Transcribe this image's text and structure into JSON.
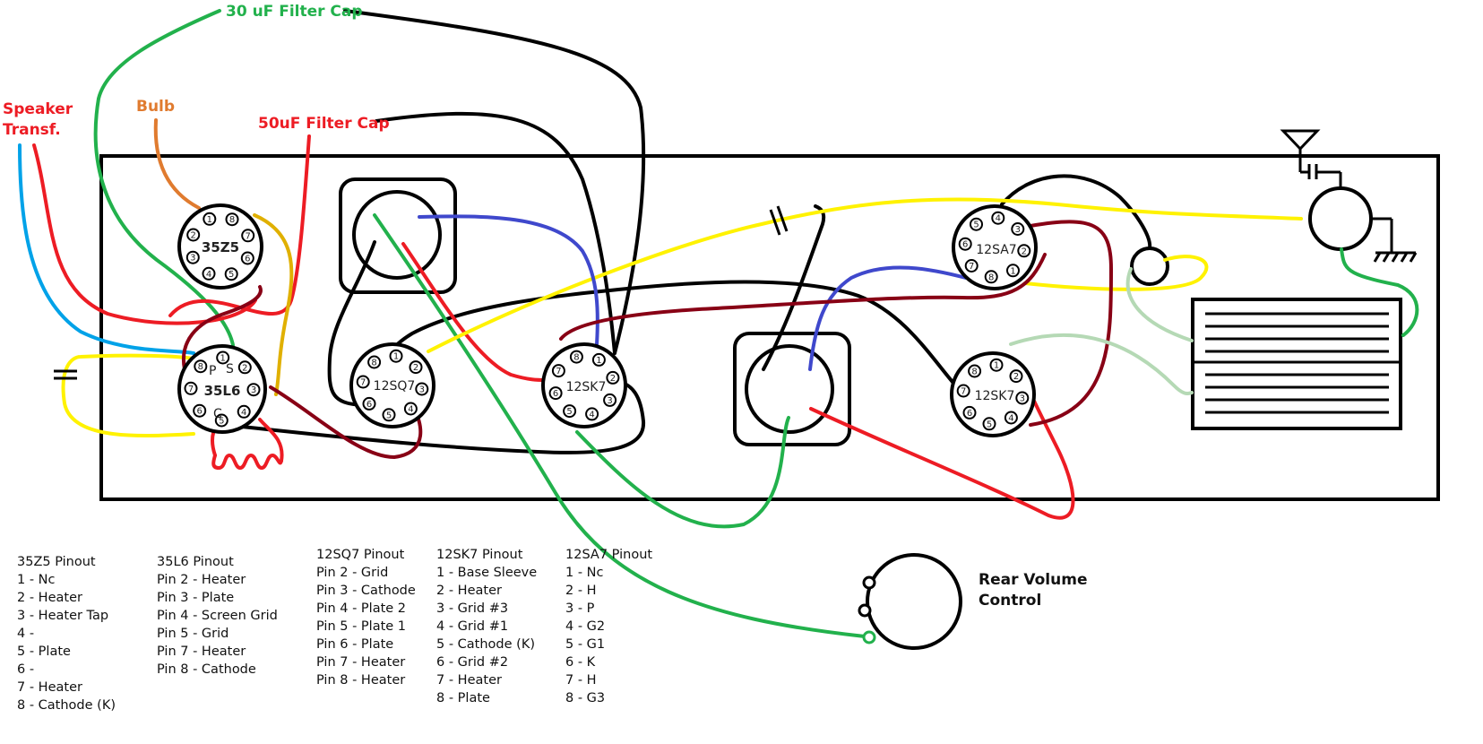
{
  "labels": {
    "filter_cap_30": "30 uF Filter Cap",
    "filter_cap_50": "50uF Filter Cap",
    "bulb": "Bulb",
    "speaker_line1": "Speaker",
    "speaker_line2": "Transf.",
    "rear_volume_line1": "Rear Volume",
    "rear_volume_line2": "Control"
  },
  "tubes": {
    "t35z5": {
      "name": "35Z5",
      "pins": [
        "1",
        "2",
        "3",
        "4",
        "5",
        "6",
        "7",
        "8"
      ]
    },
    "t35l6": {
      "name": "35L6",
      "pins": [
        "1",
        "2",
        "3",
        "4",
        "5",
        "6",
        "7",
        "8"
      ],
      "marks": [
        "P",
        "S",
        "C"
      ]
    },
    "t12sq7": {
      "name": "12SQ7",
      "pins": [
        "1",
        "2",
        "3",
        "4",
        "5",
        "6",
        "7",
        "8"
      ]
    },
    "t12sk7": {
      "name": "12SK7",
      "pins": [
        "1",
        "2",
        "3",
        "4",
        "5",
        "6",
        "7",
        "8"
      ]
    },
    "t12sa7": {
      "name": "12SA7",
      "pins": [
        "1",
        "2",
        "3",
        "4",
        "5",
        "6",
        "7",
        "8"
      ]
    },
    "t12sk7b": {
      "name": "12SK7",
      "pins": [
        "1",
        "2",
        "3",
        "4",
        "5",
        "6",
        "7",
        "8"
      ]
    }
  },
  "pinouts": [
    {
      "title": "35Z5 Pinout",
      "lines": [
        "1 - Nc",
        "2 - Heater",
        "3 - Heater Tap",
        "4 -",
        "5 - Plate",
        "6 -",
        "7 - Heater",
        "8 - Cathode (K)"
      ]
    },
    {
      "title": "35L6 Pinout",
      "lines": [
        "Pin 2 - Heater",
        "Pin 3 - Plate",
        "Pin 4 - Screen Grid",
        "Pin 5 - Grid",
        "Pin 7 - Heater",
        "Pin 8 - Cathode"
      ]
    },
    {
      "title": "12SQ7 Pinout",
      "lines": [
        "Pin 2 - Grid",
        "Pin 3 - Cathode",
        "Pin 4 - Plate 2",
        "Pin 5 - Plate 1",
        "Pin 6 - Plate",
        "Pin 7 - Heater",
        "Pin 8 - Heater"
      ]
    },
    {
      "title": "12SK7 Pinout",
      "lines": [
        "1 - Base Sleeve",
        "2 - Heater",
        "3 - Grid #3",
        "4 - Grid #1",
        "5 - Cathode (K)",
        "6 - Grid #2",
        "7 - Heater",
        "8 - Plate"
      ]
    },
    {
      "title": "12SA7 Pinout",
      "lines": [
        "1 - Nc",
        "2 - H",
        "3 - P",
        "4 - G2",
        "5 - G1",
        "6 - K",
        "7 - H",
        "8 - G3"
      ]
    }
  ],
  "colors": {
    "green": "#22b14c",
    "red": "#ed1c24",
    "black": "#000000",
    "yellow": "#fff200",
    "blue": "#3f48cc",
    "cyan": "#00a2e8",
    "orange": "#e07b2f",
    "darkred": "#880015",
    "gray": "#a0a0a0",
    "lightgreen": "#b5d9b5",
    "gold": "#e0b000"
  }
}
